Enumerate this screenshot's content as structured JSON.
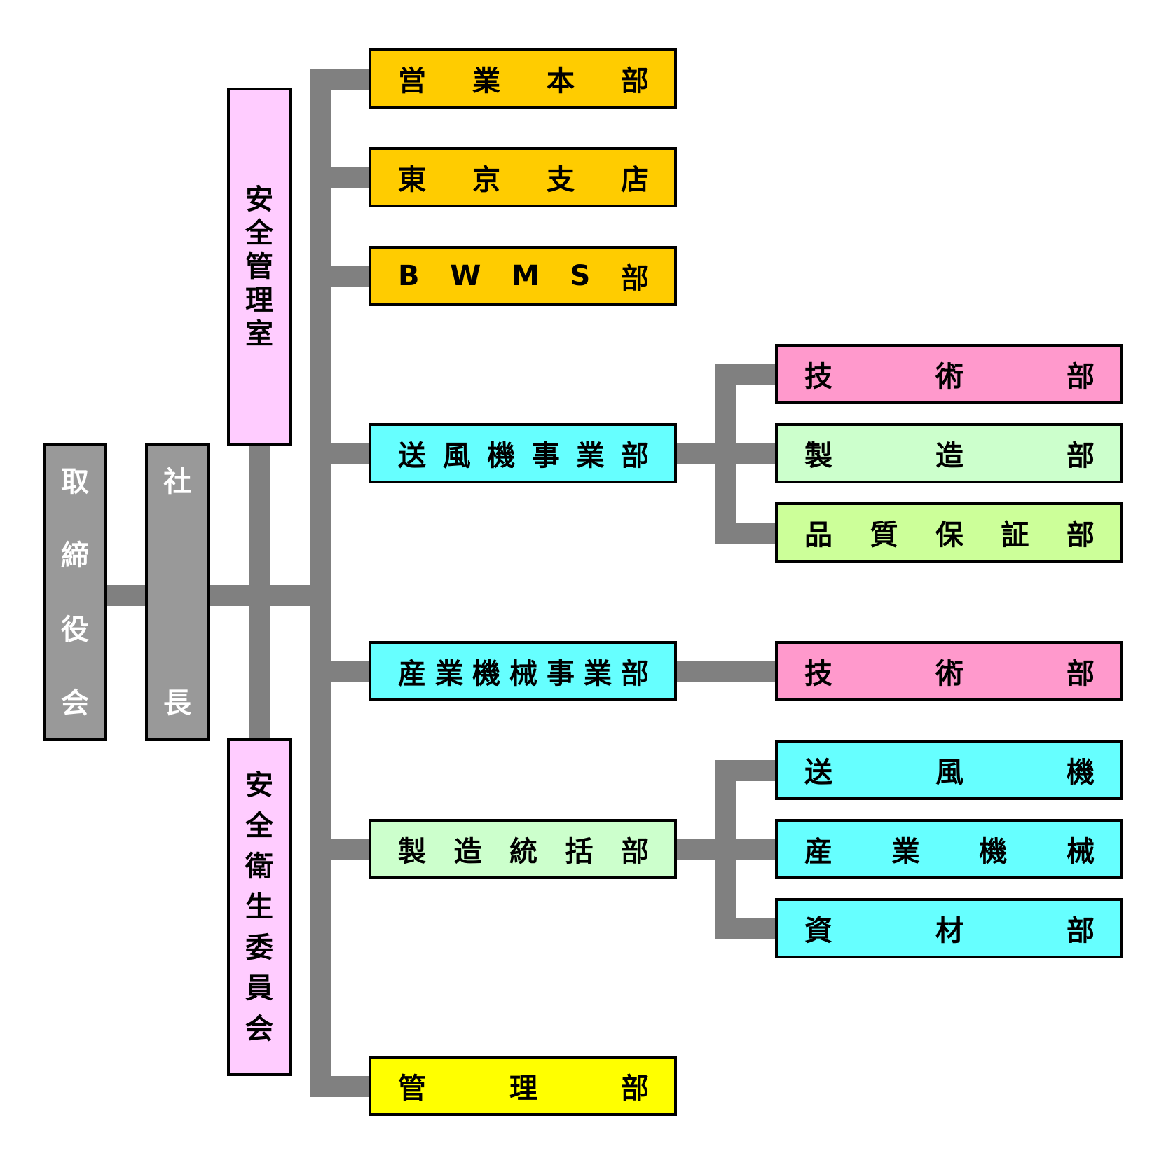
{
  "board": [
    "取",
    "締",
    "役",
    "会"
  ],
  "president": [
    "社",
    "長"
  ],
  "safety_office": [
    "安",
    "全",
    "管",
    "理",
    "室"
  ],
  "safety_committee": [
    "安",
    "全",
    "衛",
    "生",
    "委",
    "員",
    "会"
  ],
  "departments": [
    {
      "key": "sales",
      "chars": [
        "営",
        "業",
        "本",
        "部"
      ]
    },
    {
      "key": "tokyo",
      "chars": [
        "東",
        "京",
        "支",
        "店"
      ]
    },
    {
      "key": "bwms",
      "chars": [
        "B",
        "W",
        "M",
        "S",
        "部"
      ]
    },
    {
      "key": "blower",
      "chars": [
        "送",
        "風",
        "機",
        "事",
        "業",
        "部"
      ]
    },
    {
      "key": "industrial",
      "chars": [
        "産",
        "業",
        "機",
        "械",
        "事",
        "業",
        "部"
      ]
    },
    {
      "key": "manufacturing",
      "chars": [
        "製",
        "造",
        "統",
        "括",
        "部"
      ]
    },
    {
      "key": "admin",
      "chars": [
        "管",
        "理",
        "部"
      ]
    }
  ],
  "sub_departments": [
    {
      "key": "blower-engineering",
      "chars": [
        "技",
        "術",
        "部"
      ]
    },
    {
      "key": "blower-production",
      "chars": [
        "製",
        "造",
        "部"
      ]
    },
    {
      "key": "blower-qa",
      "chars": [
        "品",
        "質",
        "保",
        "証",
        "部"
      ]
    },
    {
      "key": "industrial-engineering",
      "chars": [
        "技",
        "術",
        "部"
      ]
    },
    {
      "key": "mfg-blower",
      "chars": [
        "送",
        "風",
        "機"
      ]
    },
    {
      "key": "mfg-industrial",
      "chars": [
        "産",
        "業",
        "機",
        "械"
      ]
    },
    {
      "key": "mfg-materials",
      "chars": [
        "資",
        "材",
        "部"
      ]
    }
  ],
  "colors": {
    "connector": "#808080",
    "board": "#999999",
    "president": "#999999",
    "safety": "#ffccff",
    "sales": "#ffcc00",
    "tokyo": "#ffcc00",
    "bwms": "#ffcc00",
    "blower": "#66ffff",
    "industrial": "#66ffff",
    "manufacturing": "#ccffcc",
    "admin": "#ffff00",
    "engineering": "#ff99cc",
    "production": "#ccffcc",
    "qa": "#ccff99",
    "mfg-sub": "#66ffff"
  }
}
